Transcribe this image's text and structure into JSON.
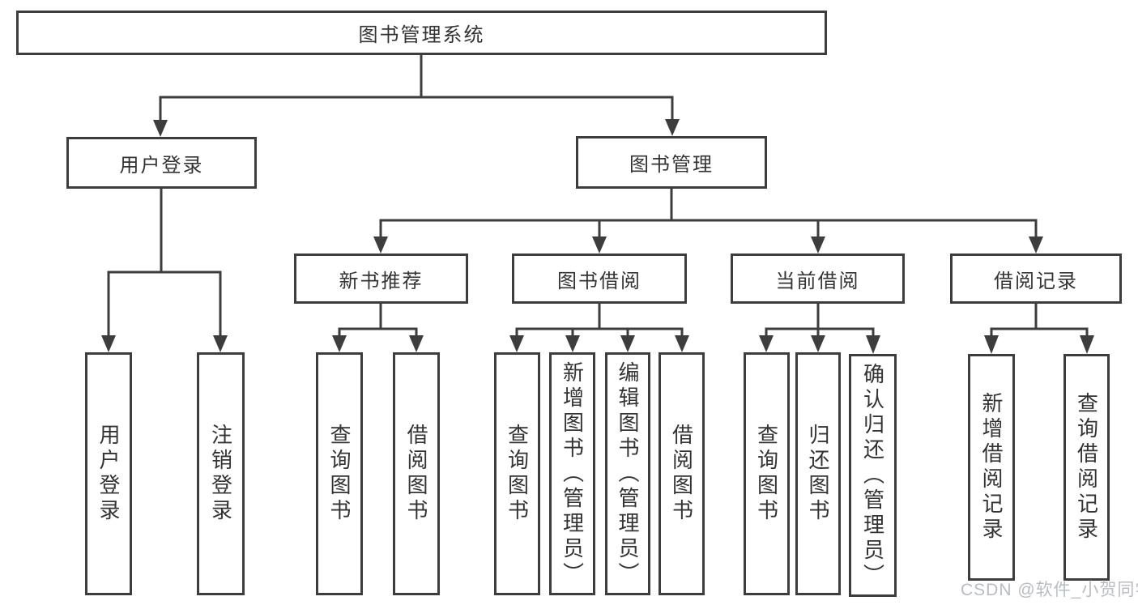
{
  "diagram": {
    "root": {
      "label": "图书管理系统"
    },
    "branches": [
      {
        "label": "用户登录",
        "children": [
          {
            "label": "用户登录"
          },
          {
            "label": "注销登录"
          }
        ]
      },
      {
        "label": "图书管理",
        "children": [
          {
            "label": "新书推荐",
            "children": [
              {
                "label": "查询图书"
              },
              {
                "label": "借阅图书"
              }
            ]
          },
          {
            "label": "图书借阅",
            "children": [
              {
                "label": "查询图书"
              },
              {
                "label": "新增图书（管理员）"
              },
              {
                "label": "编辑图书（管理员）"
              },
              {
                "label": "借阅图书"
              }
            ]
          },
          {
            "label": "当前借阅",
            "children": [
              {
                "label": "查询图书"
              },
              {
                "label": "归还图书"
              },
              {
                "label": "确认归还（管理员）"
              }
            ]
          },
          {
            "label": "借阅记录",
            "children": [
              {
                "label": "新增借阅记录"
              },
              {
                "label": "查询借阅记录"
              }
            ]
          }
        ]
      }
    ],
    "watermark": "CSDN @软件_小贺同学",
    "colors": {
      "line": "#3d3d3d",
      "box_border": "#3d3d3d",
      "text": "#333333",
      "watermark": "#b9bcc0",
      "background": "#ffffff"
    }
  }
}
